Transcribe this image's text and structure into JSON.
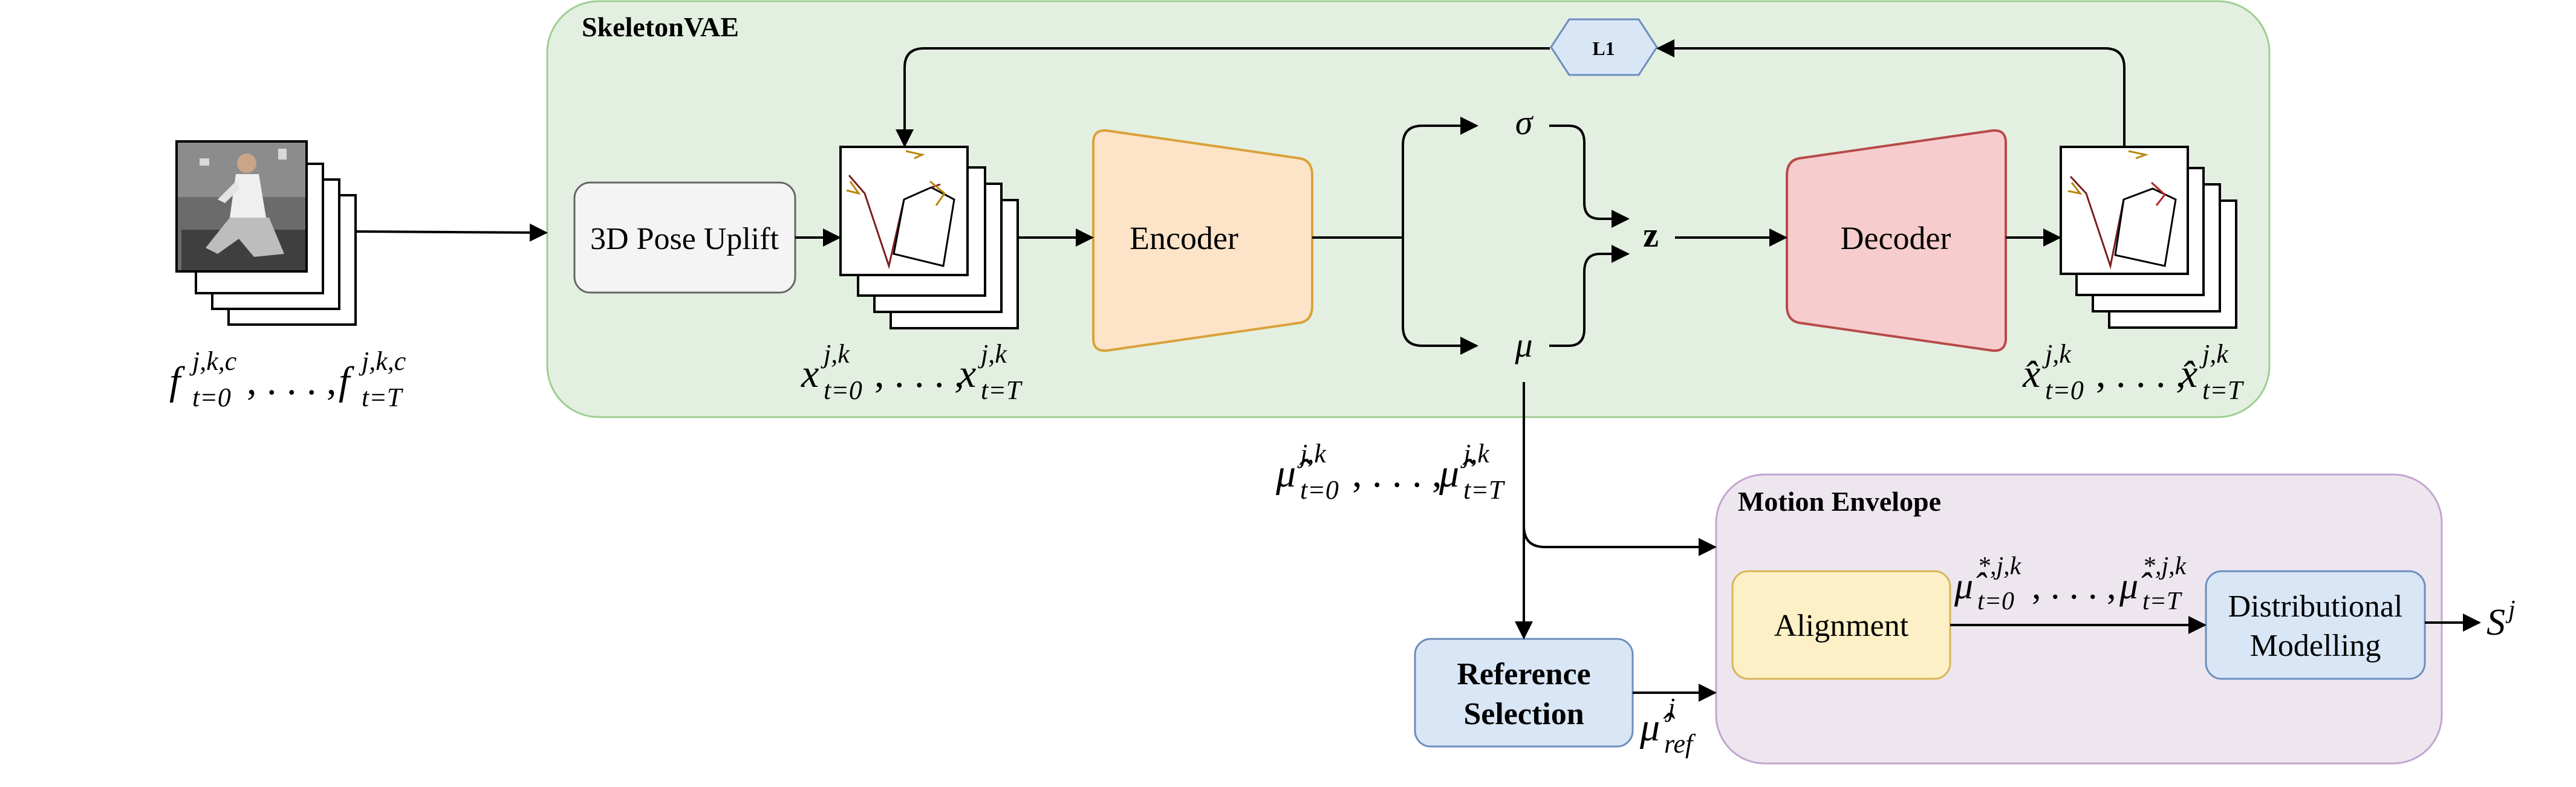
{
  "groups": {
    "skeleton_vae": "SkeletonVAE",
    "motion_envelope": "Motion Envelope"
  },
  "nodes": {
    "pose_uplift": "3D Pose Uplift",
    "encoder": "Encoder",
    "decoder": "Decoder",
    "l1": "L1",
    "sigma": "σ",
    "mu": "μ",
    "z": "z",
    "alignment": "Alignment",
    "distributional_line1": "Distributional",
    "distributional_line2": "Modelling",
    "reference_line1": "Reference",
    "reference_line2": "Selection"
  },
  "math": {
    "frames": {
      "base": "f",
      "sub_start": "t=0",
      "sub_end": "t=T",
      "sup": "j,k,c"
    },
    "poses": {
      "base": "x",
      "sub_start": "t=0",
      "sub_end": "t=T",
      "sup": "j,k"
    },
    "recon": {
      "base": "x̂",
      "sub_start": "t=0",
      "sub_end": "t=T",
      "sup": "j,k"
    },
    "latent_means": {
      "base": "μ̂",
      "sub_start": "t=0",
      "sub_end": "t=T",
      "sup": "j,k"
    },
    "aligned_means": {
      "base": "μ̂",
      "sub_start": "t=0",
      "sub_end": "t=T",
      "sup": "*,j,k"
    },
    "reference": {
      "base": "μ̂",
      "sub": "ref",
      "sup": "j"
    },
    "output": {
      "base": "S",
      "sup": "j"
    },
    "ellipsis": ", . . . ,"
  },
  "colors": {
    "vae_fill": "#e3f0e1",
    "vae_stroke": "#9fce91",
    "env_fill": "#ede6ef",
    "env_stroke": "#c3a5cf",
    "encoder_fill": "#fde4c8",
    "encoder_stroke": "#d9a23a",
    "decoder_fill": "#f6cccc",
    "decoder_stroke": "#b84a4a",
    "blue_fill": "#d9e6f5",
    "blue_stroke": "#6c8ebf",
    "align_fill": "#fdf0c6",
    "align_stroke": "#d6b656",
    "uplift_fill": "#f4f4f4",
    "uplift_stroke": "#666666"
  }
}
